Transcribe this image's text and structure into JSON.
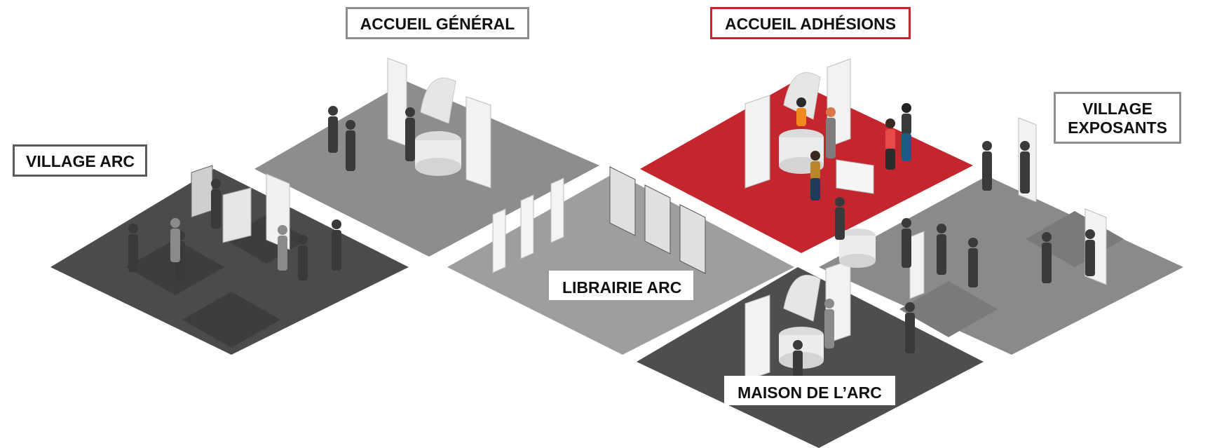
{
  "colors": {
    "accent": "#c4262e",
    "floor_dark": "#4a4a4a",
    "floor_mid": "#8a8a8a",
    "floor_light": "#9d9d9d",
    "label_border": "#8e8e8e"
  },
  "zones": {
    "accueil_general": {
      "label": "ACCUEIL GÉNÉRAL"
    },
    "accueil_adhesions": {
      "label": "ACCUEIL ADHÉSIONS"
    },
    "village_arc": {
      "label": "VILLAGE ARC"
    },
    "village_exposants": {
      "label_line1": "VILLAGE",
      "label_line2": "EXPOSANTS"
    },
    "librairie_arc": {
      "label": "LIBRAIRIE ARC"
    },
    "maison_arc": {
      "label": "MAISON DE L’ARC"
    }
  }
}
